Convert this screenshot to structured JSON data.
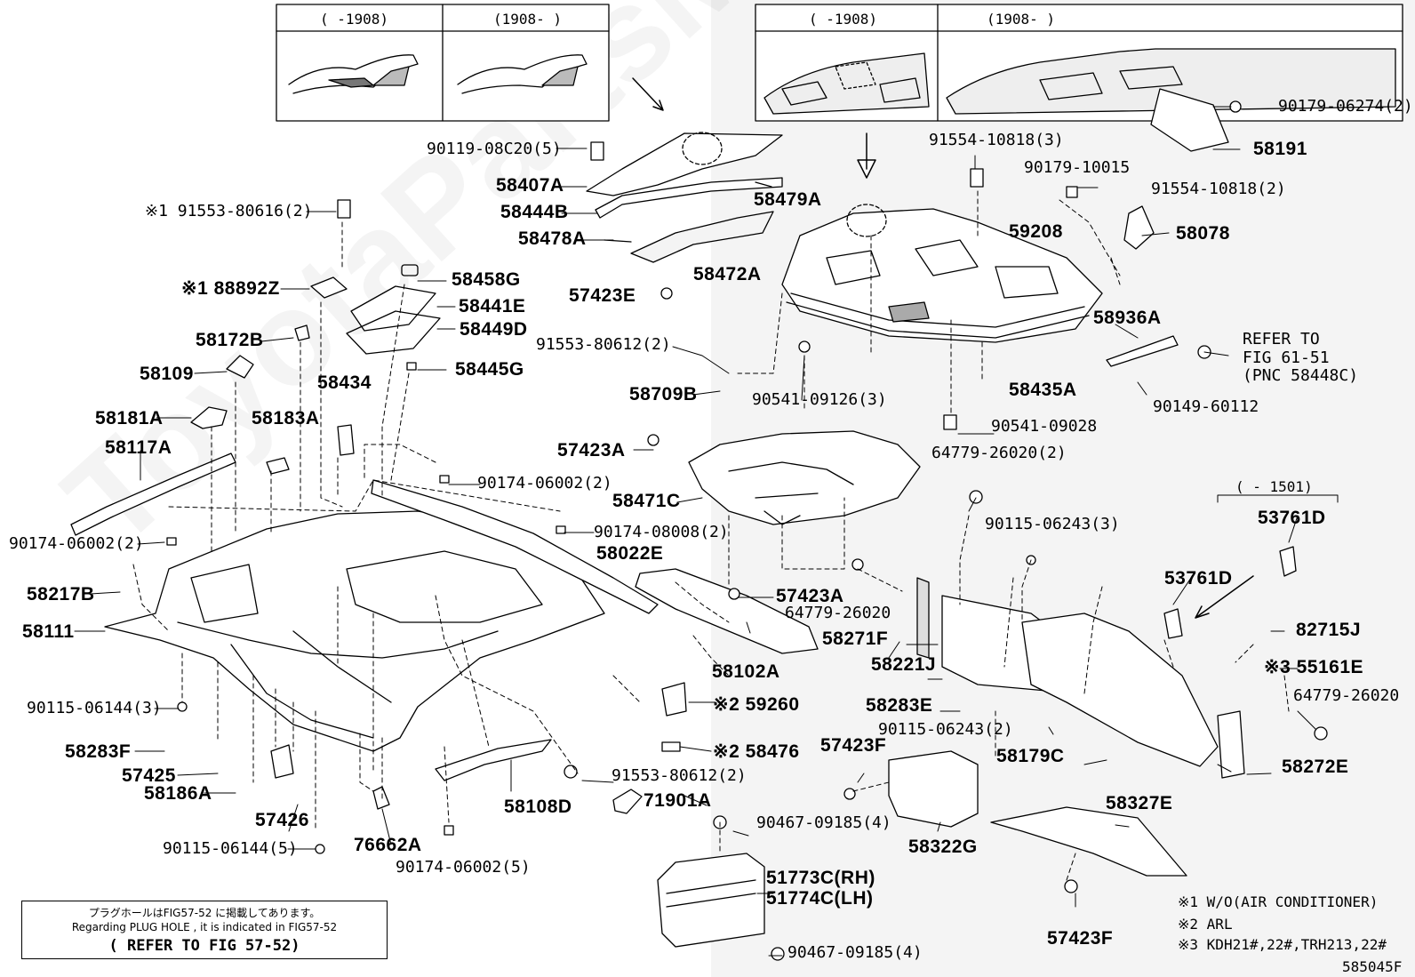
{
  "insets": {
    "left": {
      "before": "(   -1908)",
      "after": "(1908-   )"
    },
    "right": {
      "before": "(   -1908)",
      "after": "(1908-   )"
    }
  },
  "callout_1501": "(  - 1501)",
  "refer": {
    "line1": "REFER TO",
    "line2": "FIG 61-51",
    "line3": "(PNC 58448C)"
  },
  "labels": {
    "p90119": "90119-08C20(5)",
    "p58407A": "58407A",
    "p58444B": "58444B",
    "p58478A": "58478A",
    "p58479A": "58479A",
    "p58472A": "58472A",
    "p57423E": "57423E",
    "p91553_80616": "※1 91553-80616(2)",
    "p88892Z": "※1 88892Z",
    "p58458G": "58458G",
    "p58441E": "58441E",
    "p58449D": "58449D",
    "p58445G": "58445G",
    "p58172B": "58172B",
    "p58109": "58109",
    "p58434": "58434",
    "p58181A": "58181A",
    "p58183A": "58183A",
    "p58117A": "58117A",
    "p90174_06002a": "90174-06002(2)",
    "p90174_06002b": "90174-06002(2)",
    "p90174_08008": "90174-08008(2)",
    "p58217B": "58217B",
    "p58111": "58111",
    "p90115_06144a": "90115-06144(3)",
    "p58283F": "58283F",
    "p57425": "57425",
    "p58186A": "58186A",
    "p57426": "57426",
    "p90115_06144b": "90115-06144(5)",
    "p76662A": "76662A",
    "p90174_06002c": "90174-06002(5)",
    "p58108D": "58108D",
    "p91553_80612b": "91553-80612(2)",
    "p71901A": "71901A",
    "p59260": "※2 59260",
    "p58476": "※2 58476",
    "p58102A": "58102A",
    "p58022E": "58022E",
    "p57423A_top": "57423A",
    "p58471C": "58471C",
    "p57423A_bot": "57423A",
    "p91553_80612a": "91553-80612(2)",
    "p58709B": "58709B",
    "p90541_09126": "90541-09126(3)",
    "p91554_10818a": "91554-10818(3)",
    "p59208": "59208",
    "p58435A": "58435A",
    "p90541_09028": "90541-09028",
    "p90179_06274": "90179-06274(2)",
    "p58191": "58191",
    "p90179_10015": "90179-10015",
    "p91554_10818b": "91554-10818(2)",
    "p58078": "58078",
    "p58936A": "58936A",
    "p90149_60112": "90149-60112",
    "p64779_26020a": "64779-26020(2)",
    "p90115_06243a": "90115-06243(3)",
    "p64779_26020b": "64779-26020",
    "p58271F": "58271F",
    "p58221J": "58221J",
    "p58283E": "58283E",
    "p90115_06243b": "90115-06243(2)",
    "p57423F_a": "57423F",
    "p58179C": "58179C",
    "p58322G": "58322G",
    "p90467_09185a": "90467-09185(4)",
    "p51773C": "51773C(RH)",
    "p51774C": "51774C(LH)",
    "p90467_09185b": "90467-09185(4)",
    "p58327E": "58327E",
    "p57423F_b": "57423F",
    "p53761D_a": "53761D",
    "p53761D_b": "53761D",
    "p82715J": "82715J",
    "p55161E": "※3 55161E",
    "p64779_26020c": "64779-26020",
    "p58272E": "58272E"
  },
  "note": {
    "line1": "プラグホールはFIG57-52 に掲載してあります。",
    "line2": "Regarding  PLUG HOLE , it is indicated  in FIG57-52",
    "line3": "( REFER TO FIG 57-52)"
  },
  "footnotes": {
    "f1": "※1 W/O(AIR CONDITIONER)",
    "f2": "※2 ARL",
    "f3": "※3 KDH21#,22#,TRH213,22#"
  },
  "figure_code": "585045F",
  "watermark": "ToyotaPartsMine.ru"
}
